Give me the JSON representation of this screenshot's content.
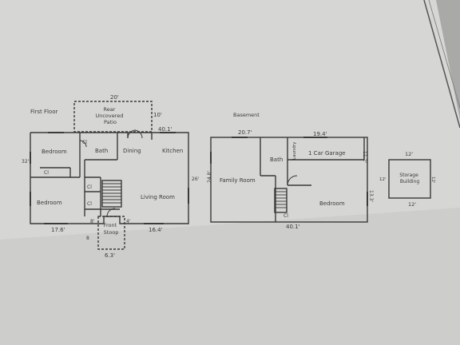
{
  "first_floor": {
    "title": "First Floor",
    "rooms": {
      "patio": "Rear\nUncovered\nPatio",
      "bedroom_top": "Bedroom",
      "bath": "Bath",
      "dining": "Dining",
      "kitchen": "Kitchen",
      "bedroom_bottom": "Bedroom",
      "living_room": "Living Room",
      "front_stoop": "Front\nStoop",
      "closet_a": "Cl",
      "closet_b": "Cl",
      "closet_c": "Cl",
      "closet_d": "Cl"
    },
    "dims": {
      "patio_width": "20'",
      "patio_depth": "10'",
      "overall_width": "40.1'",
      "left_height": "32'",
      "right_height": "26'",
      "bottom_left": "17.6'",
      "bottom_right": "16.4'",
      "stoop_width": "6.3'",
      "stoop_left": "8'",
      "stoop_right": "4'"
    }
  },
  "basement": {
    "title": "Basement",
    "rooms": {
      "family_room": "Family Room",
      "bath": "Bath",
      "laundry": "Laundry",
      "garage": "1 Car Garage",
      "bedroom": "Bedroom",
      "closet": "Cl"
    },
    "dims": {
      "family_width": "20.7'",
      "garage_width": "19.4'",
      "left_height": "24.8'",
      "garage_depth": "11.2'",
      "right_height": "13.3'",
      "bottom_width": "40.1'"
    }
  },
  "storage": {
    "label": "Storage\nBuilding",
    "dims": {
      "top": "12'",
      "bottom": "12'",
      "left": "12'",
      "right": "12'"
    }
  },
  "colors": {
    "paper": "#d4d4d2",
    "line": "#3a3a3a",
    "background": "#a9a9a7"
  }
}
